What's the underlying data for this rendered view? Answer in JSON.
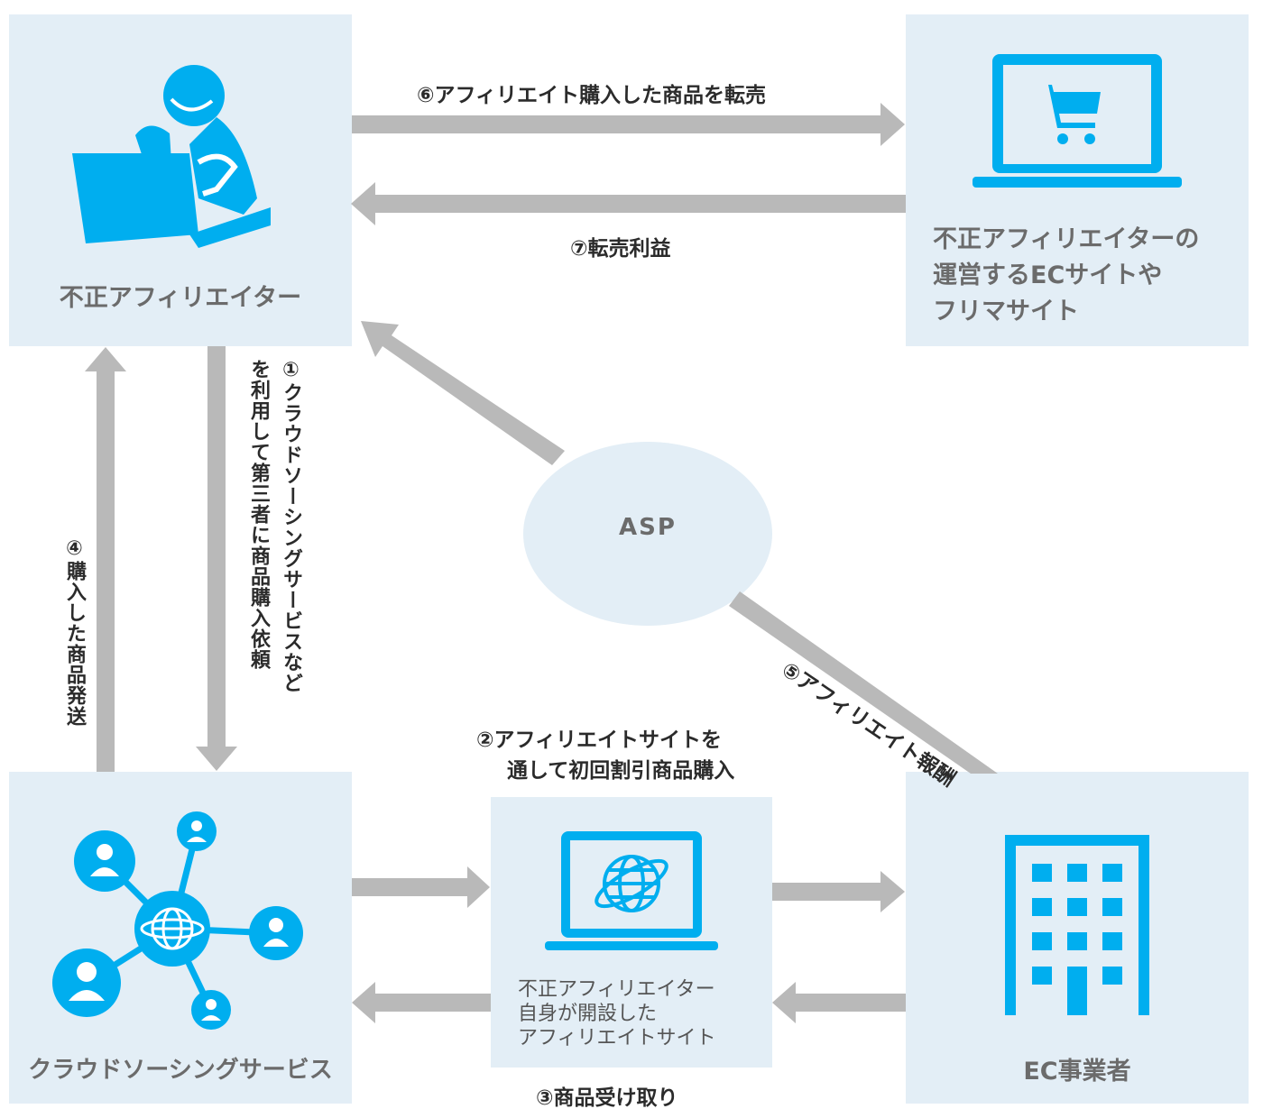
{
  "nodes": {
    "affiliator": {
      "label": "不正アフィリエイター"
    },
    "ec_site": {
      "label_lines": [
        "不正アフィリエイターの",
        "運営するECサイトや",
        "フリマサイト"
      ]
    },
    "crowdsourcing": {
      "label": "クラウドソーシングサービス"
    },
    "affiliate_site": {
      "label_lines": [
        "不正アフィリエイター",
        "自身が開設した",
        "アフィリエイトサイト"
      ]
    },
    "ec_business": {
      "label": "EC事業者"
    },
    "asp": {
      "label": "ASP"
    }
  },
  "edges": {
    "step1": {
      "lines": [
        "①クラウドソーシングサービスなど",
        "を利用して第三者に商品購入依頼"
      ]
    },
    "step2": {
      "lines": [
        "②アフィリエイトサイトを",
        "通して初回割引商品購入"
      ]
    },
    "step3": {
      "text": "③商品受け取り"
    },
    "step4": {
      "text": "④購入した商品発送"
    },
    "step5": {
      "text": "⑤アフィリエイト報酬"
    },
    "step6": {
      "text": "⑥アフィリエイト購入した商品を転売"
    },
    "step7": {
      "text": "⑦転売利益"
    }
  },
  "colors": {
    "box_bg": "#e3eef6",
    "icon_blue": "#00aeef",
    "arrow_gray": "#b9b9b9",
    "label_gray": "#6b6b6b"
  },
  "icons": [
    "person-at-laptop-icon",
    "shopping-cart-laptop-icon",
    "network-people-globe-icon",
    "globe-laptop-icon",
    "building-icon"
  ]
}
